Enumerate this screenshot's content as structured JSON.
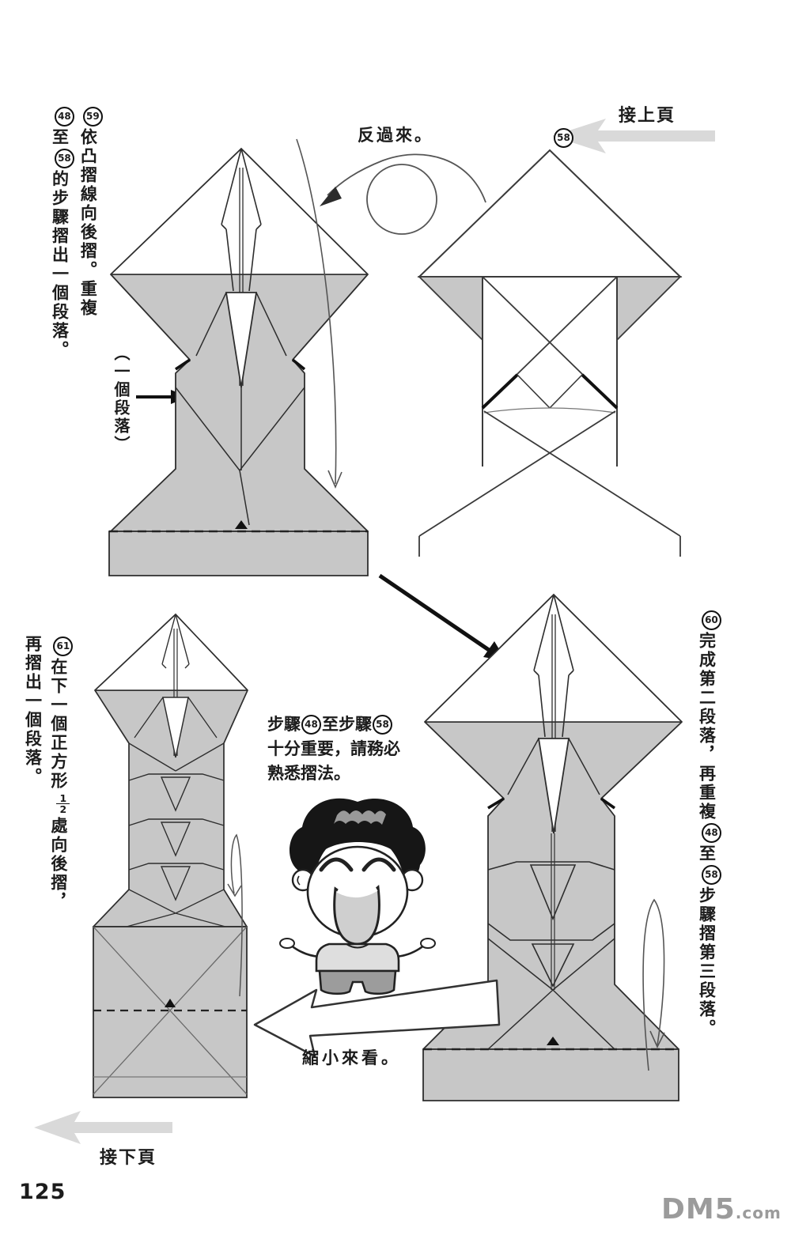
{
  "page": {
    "number": "125"
  },
  "watermark": {
    "main": "DM5",
    "suffix": ".com"
  },
  "nav": {
    "prev_page": "接上頁",
    "next_page": "接下頁"
  },
  "labels": {
    "flip": "反過來。",
    "one_segment": "（一個段落）",
    "zoom_out": "縮小來看。"
  },
  "badges": {
    "n48": "48",
    "n58": "58",
    "n59": "59",
    "n60": "60",
    "n61": "61"
  },
  "steps": {
    "s59": {
      "text_a": "依凸摺線向後摺。重複",
      "text_b": "至",
      "text_c": "的步驟摺出一個段落。"
    },
    "s60": {
      "text_a": "完成第二段落，再重複",
      "text_b": "至",
      "text_c": "步驟摺第三段落。"
    },
    "s61": {
      "text_a": "在下一個正方形",
      "frac_num": "1",
      "frac_den": "2",
      "text_b": "處向後摺，",
      "text_c": "再摺出一個段落。"
    }
  },
  "note": {
    "pre": "步驟",
    "mid": "至步驟",
    "line2": "十分重要，請務必",
    "line3": "熟悉摺法。"
  }
}
